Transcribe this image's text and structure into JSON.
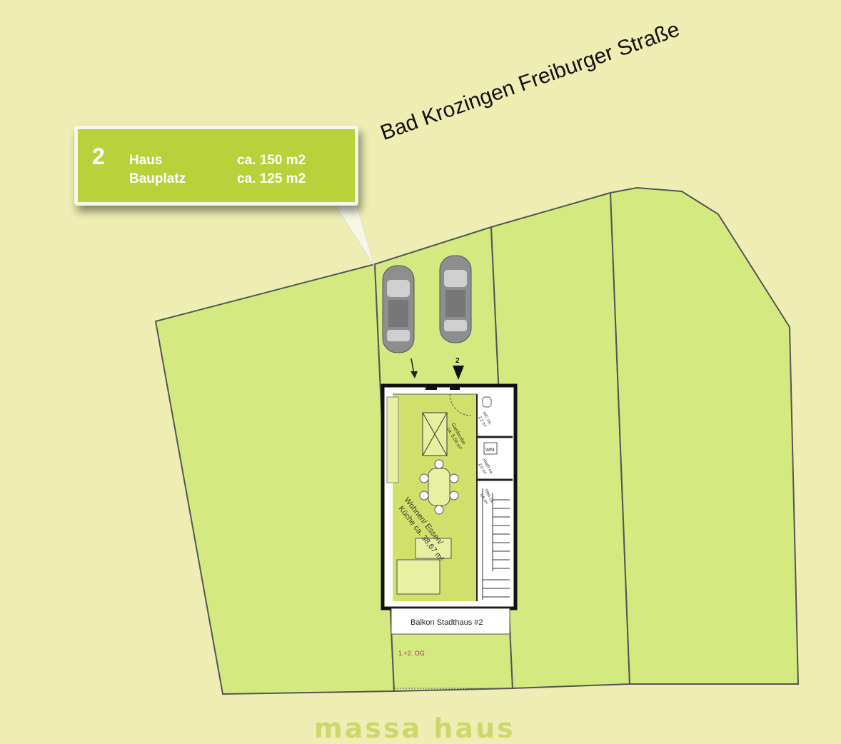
{
  "callout": {
    "number": "2",
    "rows": [
      {
        "label": "Haus",
        "value": "ca. 150 m2"
      },
      {
        "label": "Bauplatz",
        "value": "ca. 125 m2"
      }
    ]
  },
  "street_name": "Bad Krozingen Freiburger Straße",
  "plan": {
    "parking_number": "2",
    "room_wohnen": "Wohnen/ Essen/",
    "room_kueche": "Küche ca. 38,67 m²",
    "room_garderobe": "Garderobe",
    "room_garderobe_area": "ca. 5,56 m²",
    "room_wc": "WC ca.",
    "room_wc_area": "2,2 m²",
    "room_hwr": "HWR ca.",
    "room_hwr_area": "2,0 m²",
    "room_trh": "TRH ca.",
    "room_trh_area": "3,6 m²",
    "wm_label": "WM",
    "balcony_label": "Balkon Stadthaus #2",
    "og_label": "1.+2. OG"
  },
  "logo_text": "massa haus",
  "colors": {
    "background": "#eeeeb4",
    "plot_fill": "#d4ea80",
    "callout_fill": "#b9d13a",
    "room_fill": "#d0e06a"
  }
}
